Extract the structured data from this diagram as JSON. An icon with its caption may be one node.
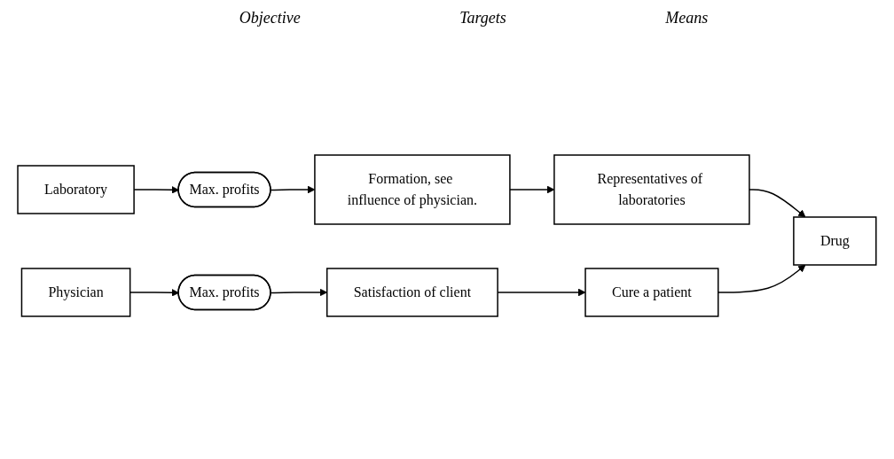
{
  "diagram": {
    "nodes": [
      {
        "text": [
          "Laboratory"
        ]
      },
      {
        "text": [
          "Max. profits"
        ]
      },
      {
        "text": [
          "Formation, see influence of physician."
        ]
      },
      {
        "text": [
          "Representatives of laboratories"
        ]
      },
      {
        "text": [
          "Drug"
        ]
      },
      {
        "text": [
          "Physician"
        ]
      },
      {
        "text": [
          "Max. profits"
        ]
      },
      {
        "text": [
          "Satisfaction of client"
        ]
      },
      {
        "text": [
          "Cure a patient"
        ]
      }
    ],
    "edges": [
      {
        "from": 0,
        "to": 1,
        "arrow": "to"
      },
      {
        "from": 1,
        "to": 2,
        "arrow": "to"
      },
      {
        "from": 2,
        "to": 3,
        "arrow": "to"
      },
      {
        "from": 3,
        "to": 4,
        "arrow": "to"
      },
      {
        "from": 5,
        "to": 6,
        "arrow": "to"
      },
      {
        "from": 6,
        "to": 7,
        "arrow": "to"
      },
      {
        "from": 7,
        "to": 8,
        "arrow": "to"
      },
      {
        "from": 8,
        "to": 4,
        "arrow": "to"
      }
    ],
    "labels": [
      "Objective",
      "Targets",
      "Means"
    ]
  }
}
